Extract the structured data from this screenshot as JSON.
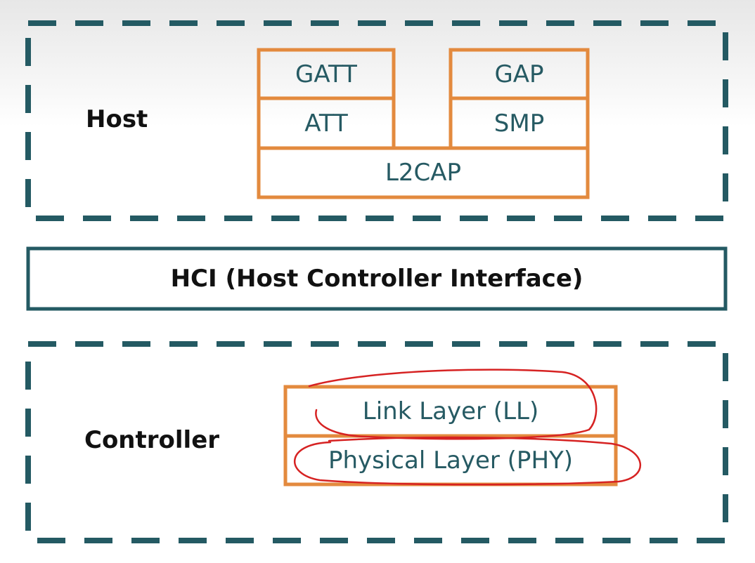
{
  "colors": {
    "dashed_border": "#245a63",
    "protocol_box": "#e38a3e",
    "protocol_text": "#265a63",
    "label_text": "#111111",
    "annotation": "#d62222"
  },
  "host": {
    "label": "Host",
    "layers": {
      "gatt": "GATT",
      "att": "ATT",
      "gap": "GAP",
      "smp": "SMP",
      "l2cap": "L2CAP"
    }
  },
  "hci": {
    "label": "HCI  (Host Controller Interface)"
  },
  "controller": {
    "label": "Controller",
    "layers": {
      "link_layer": "Link Layer  (LL)",
      "physical_layer": "Physical Layer  (PHY)"
    }
  }
}
